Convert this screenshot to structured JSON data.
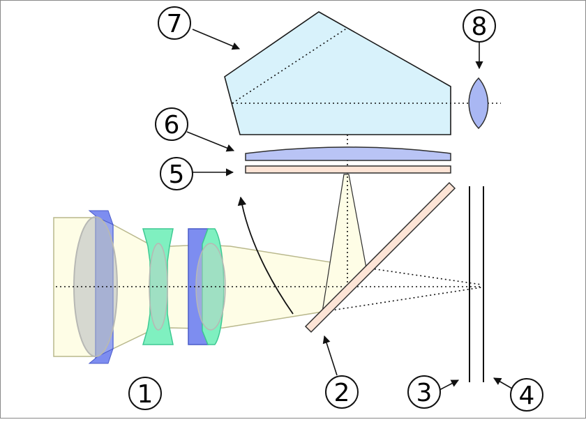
{
  "labels": {
    "one": "1",
    "two": "2",
    "three": "3",
    "four": "4",
    "five": "5",
    "six": "6",
    "seven": "7",
    "eight": "8"
  },
  "colors": {
    "light_beam": "#fefde6",
    "light_beam_stroke": "#d9d7a8",
    "lens_blue": "#5b6fdc",
    "lens_blue_fill": "#98a6ee",
    "lens_green": "#4fe0a4",
    "lens_green_fill": "#b8f3d5",
    "lens_gray": "#c9cac8",
    "mirror_fill": "#fde4d6",
    "mirror_stroke": "#2e2e2e",
    "prism_fill": "#d8f2fb",
    "focusing_screen_fill": "#b9c4f5",
    "outline": "#111111",
    "frame": "#888888"
  }
}
